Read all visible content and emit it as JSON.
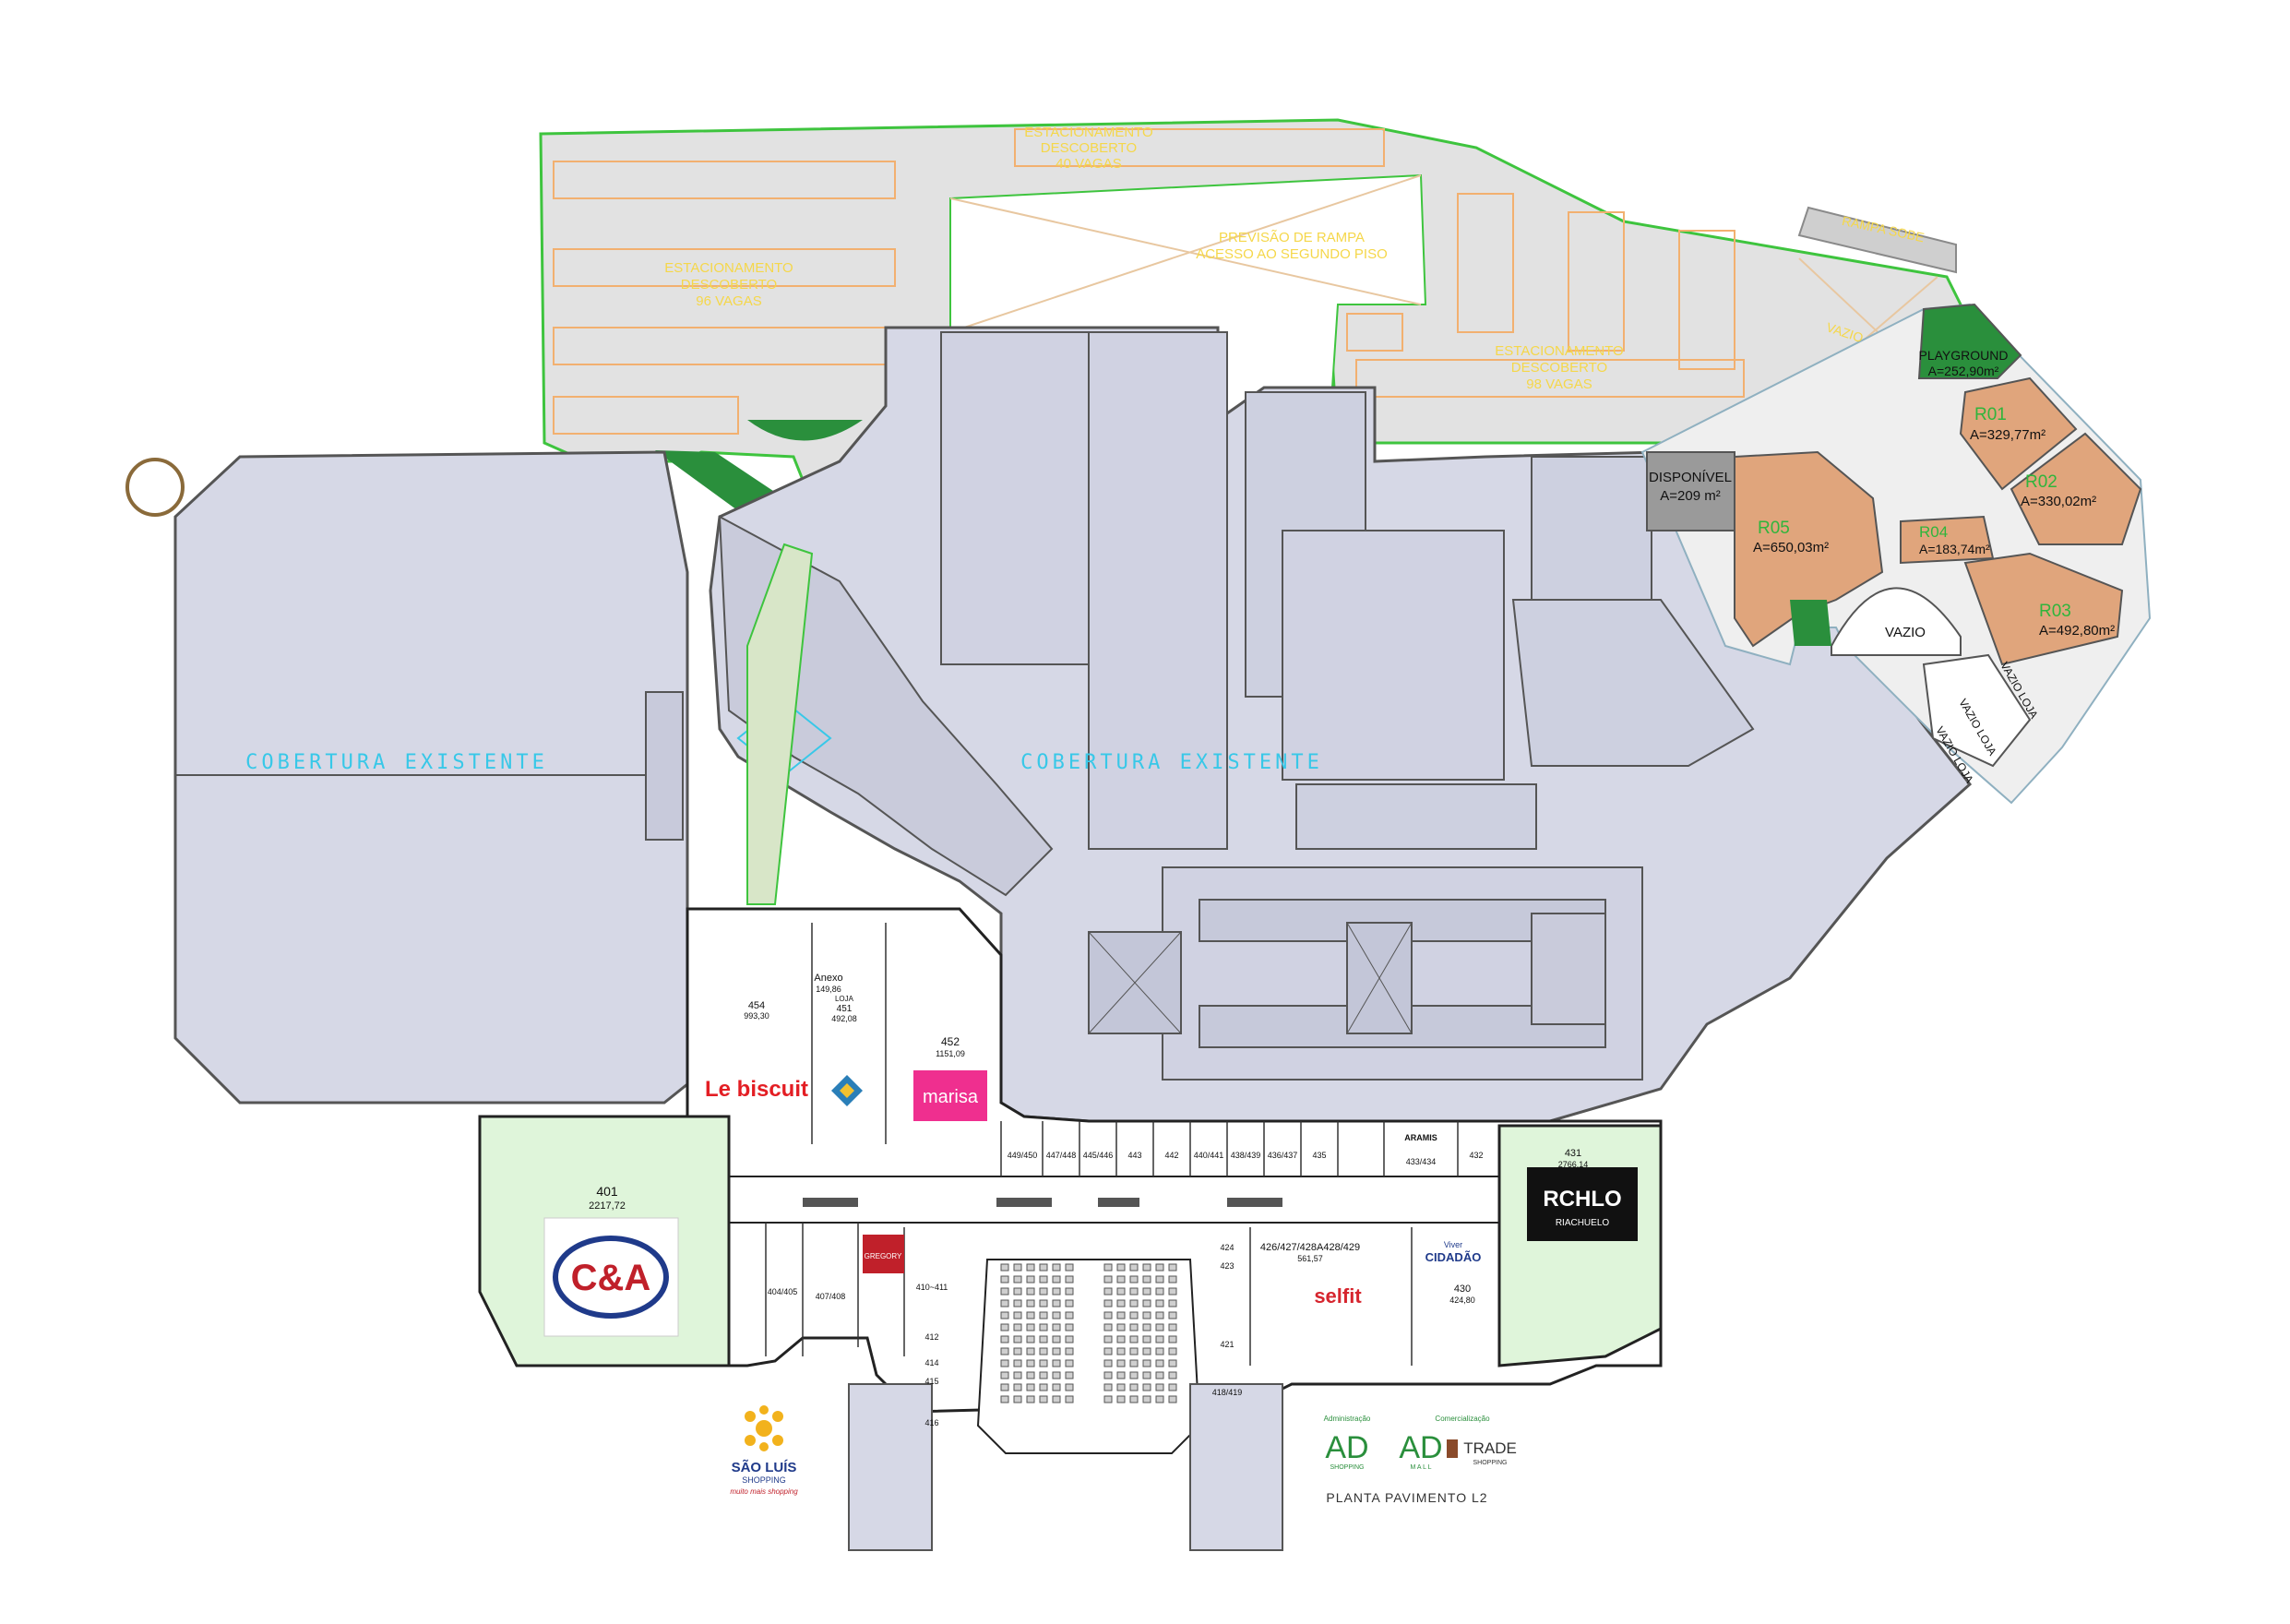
{
  "map": {
    "title": "PLANTA PAVIMENTO L2",
    "coverage_labels": [
      "COBERTURA EXISTENTE",
      "COBERTURA EXISTENTE"
    ],
    "parking": {
      "left_label": [
        "ESTACIONAMENTO",
        "DESCOBERTO",
        "96 VAGAS"
      ],
      "top_label": [
        "ESTACIONAMENTO",
        "DESCOBERTO",
        "40 VAGAS"
      ],
      "right_label": [
        "ESTACIONAMENTO",
        "DESCOBERTO",
        "98 VAGAS"
      ],
      "ramp_note": [
        "PREVISÃO DE RAMPA",
        "ACESSO AO SEGUNDO PISO"
      ],
      "ramp_up": "RAMPA SOBE"
    },
    "expansion": {
      "playground": [
        "PLAYGROUND",
        "A=252,90m²"
      ],
      "disponivel": [
        "DISPONÍVEL",
        "A=209 m²"
      ],
      "r01": [
        "R01",
        "A=329,77m²"
      ],
      "r02": [
        "R02",
        "A=330,02m²"
      ],
      "r03": [
        "R03",
        "A=492,80m²"
      ],
      "r04": [
        "R04",
        "A=183,74m²"
      ],
      "r05": [
        "R05",
        "A=650,03m²"
      ],
      "vazio": [
        "VAZIO",
        "VAZIO"
      ],
      "vazio_loja": [
        "VAZIO LOJA",
        "VAZIO LOJA",
        "VAZIO LOJA"
      ]
    },
    "stores": {
      "s401": [
        "401",
        "2217,72"
      ],
      "s454": [
        "454",
        "993,30"
      ],
      "anexo": [
        "Anexo",
        "149,86"
      ],
      "s451": [
        "LOJA",
        "451",
        "492,08"
      ],
      "s452": [
        "452",
        "1151,09"
      ],
      "s431": [
        "431",
        "2766,14"
      ],
      "s430": [
        "430",
        "424,80"
      ],
      "s426": [
        "426/427/428A428/429",
        "561,57"
      ],
      "small_top": [
        "449/450",
        "447/448",
        "445/446",
        "443",
        "442",
        "440/441",
        "438/439",
        "436/437",
        "435",
        "433/434",
        "432"
      ],
      "small_mid": [
        "404/405",
        "407/408",
        "410~411",
        "412",
        "414",
        "415",
        "416",
        "418/419",
        "421",
        "423",
        "424"
      ]
    },
    "brands": {
      "ca": "C&A",
      "lebiscuit": "Le biscuit",
      "marisa": "marisa",
      "rchlo": "RCHLO",
      "riachuelo": "RIACHUELO",
      "gregory": "GREGORY",
      "selfit": "selfit",
      "cidade_top": "Viver",
      "cidade": "CIDADÃO",
      "aramis": "ARAMIS"
    },
    "footer": {
      "sls_name": "SÃO LUÍS",
      "sls_sub": "SHOPPING",
      "sls_tag": "muito mais shopping",
      "adm": "Administração",
      "com": "Comercialização",
      "ad": "AD",
      "ad_sub1": "SHOPPING",
      "ad_sub2": "M A L L",
      "trade": "TRADE",
      "trade_sub": "SHOPPING"
    },
    "colors": {
      "roof": "#d6d8e6",
      "parking": "#e1e1e1",
      "anchor_green": "#dff5da",
      "expansion_orange": "#e0a57c",
      "dark_green": "#2d8a3a",
      "marisa": "#ef2f8f",
      "lebiscuit": "#e31e24",
      "cyan_text": "#38c8e8"
    }
  }
}
